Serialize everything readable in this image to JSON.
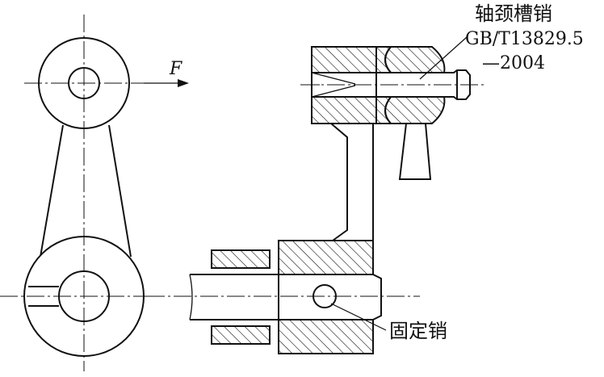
{
  "labels": {
    "force": "F",
    "pin_top_name": "轴颈槽销",
    "pin_top_std_line1": "GB/T13829.5",
    "pin_top_std_line2": "—2004",
    "pin_bottom_name": "固定销"
  },
  "colors": {
    "line": "#111111",
    "background": "#ffffff"
  }
}
